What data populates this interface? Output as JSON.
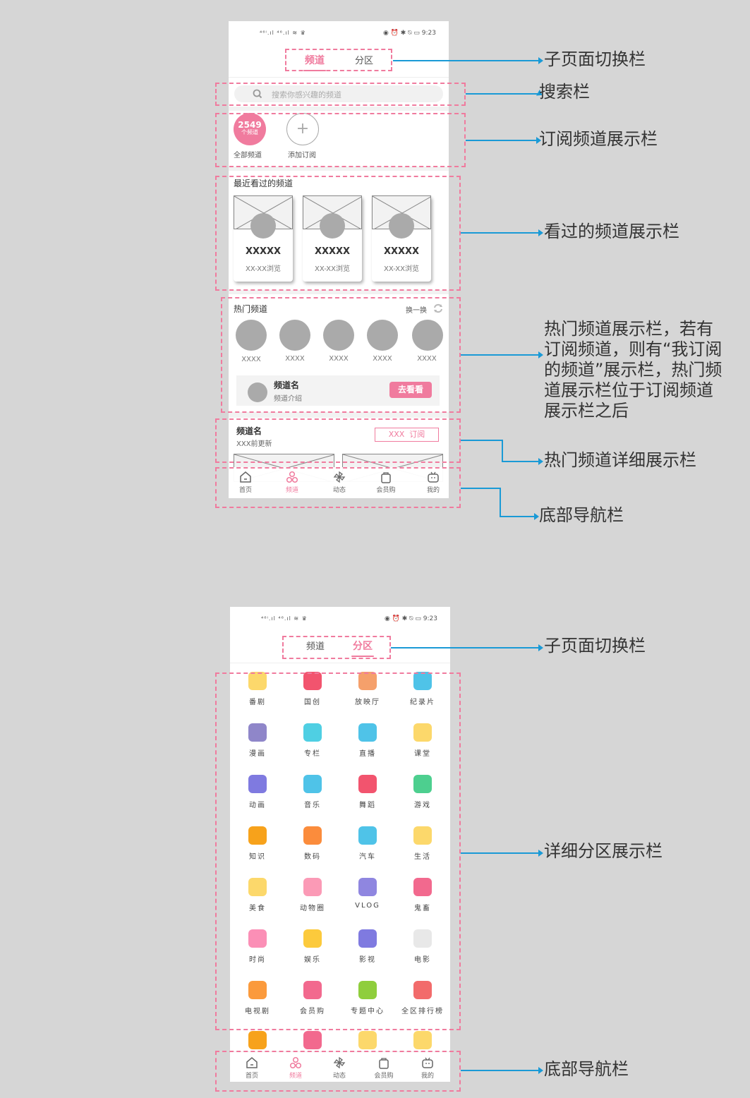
{
  "status_bar": {
    "signal": "⁴⁶ᴵ.ıl ⁴⁶.ıl ≋ ♛",
    "icons": "◉ ⏰ ✱ ⍉ ▭",
    "time": "9:23"
  },
  "screen1": {
    "tabs": [
      {
        "label": "频道",
        "active": true
      },
      {
        "label": "分区",
        "active": false
      }
    ],
    "search": {
      "placeholder": "搜索你感兴趣的频道",
      "icon": "search-icon"
    },
    "subscriptions": {
      "all": {
        "count": "2549",
        "unit": "个频道",
        "label": "全部频道"
      },
      "add": {
        "symbol": "+",
        "label": "添加订阅"
      }
    },
    "recent": {
      "title": "最近看过的频道",
      "cards": [
        {
          "name": "XXXXX",
          "sub": "XX-XX浏览"
        },
        {
          "name": "XXXXX",
          "sub": "XX-XX浏览"
        },
        {
          "name": "XXXXX",
          "sub": "XX-XX浏览"
        }
      ]
    },
    "hot": {
      "title": "热门频道",
      "refresh_label": "换一换",
      "items": [
        {
          "label": "XXXX"
        },
        {
          "label": "XXXX"
        },
        {
          "label": "XXXX"
        },
        {
          "label": "XXXX"
        },
        {
          "label": "XXXX"
        }
      ],
      "recommend": {
        "name": "频道名",
        "desc": "频道介绍",
        "button": "去看看"
      }
    },
    "hot_detail": {
      "name": "频道名",
      "updated": "XXX前更新",
      "subscribe": "XXX  订阅"
    }
  },
  "screen2": {
    "tabs": [
      {
        "label": "频道",
        "active": false
      },
      {
        "label": "分区",
        "active": true
      }
    ],
    "categories": [
      {
        "label": "番剧",
        "color": "#fcd86b"
      },
      {
        "label": "国创",
        "color": "#f2546e"
      },
      {
        "label": "放映厅",
        "color": "#f5a06b"
      },
      {
        "label": "纪录片",
        "color": "#4fc3e8"
      },
      {
        "label": "漫画",
        "color": "#8f86c9"
      },
      {
        "label": "专栏",
        "color": "#4fcfe3"
      },
      {
        "label": "直播",
        "color": "#4fc3e8"
      },
      {
        "label": "课堂",
        "color": "#fcd86b"
      },
      {
        "label": "动画",
        "color": "#7f7ae0"
      },
      {
        "label": "音乐",
        "color": "#4fc3e8"
      },
      {
        "label": "舞蹈",
        "color": "#f2546e"
      },
      {
        "label": "游戏",
        "color": "#4dcf8f"
      },
      {
        "label": "知识",
        "color": "#f7a21b"
      },
      {
        "label": "数码",
        "color": "#fb8c3c"
      },
      {
        "label": "汽车",
        "color": "#4fc3e8"
      },
      {
        "label": "生活",
        "color": "#fcd86b"
      },
      {
        "label": "美食",
        "color": "#fcd86b"
      },
      {
        "label": "动物圈",
        "color": "#fb9ab6"
      },
      {
        "label": "VLOG",
        "color": "#8f86e0"
      },
      {
        "label": "鬼畜",
        "color": "#f2698e"
      },
      {
        "label": "时尚",
        "color": "#fb8fb6"
      },
      {
        "label": "娱乐",
        "color": "#fcca3c"
      },
      {
        "label": "影视",
        "color": "#7f7ae0"
      },
      {
        "label": "电影",
        "color": "#e8e8e8"
      },
      {
        "label": "电视剧",
        "color": "#fb9a3c"
      },
      {
        "label": "会员购",
        "color": "#f2698e"
      },
      {
        "label": "专题中心",
        "color": "#8fce3c"
      },
      {
        "label": "全区排行榜",
        "color": "#f26b6b"
      }
    ],
    "partial_row": [
      {
        "color": "#f7a21b"
      },
      {
        "color": "#f2698e"
      },
      {
        "color": "#fcd86b"
      },
      {
        "color": "#fcd86b"
      }
    ]
  },
  "bottom_nav": [
    {
      "label": "首页",
      "icon": "home-icon",
      "active": false
    },
    {
      "label": "频道",
      "icon": "channel-icon",
      "active": true
    },
    {
      "label": "动态",
      "icon": "pinwheel-icon",
      "active": false
    },
    {
      "label": "会员购",
      "icon": "shopping-bag-icon",
      "active": false
    },
    {
      "label": "我的",
      "icon": "tv-icon",
      "active": false
    }
  ],
  "annotations": {
    "tab_switch": "子页面切换栏",
    "search": "搜索栏",
    "subscribed": "订阅频道展示栏",
    "recent": "看过的频道展示栏",
    "hot": [
      "热门频道展示栏，若有",
      "订阅频道，则有“我订阅",
      "的频道”展示栏，热门频",
      "道展示栏位于订阅频道",
      "展示栏之后"
    ],
    "hot_detail": "热门频道详细展示栏",
    "bottom_nav": "底部导航栏",
    "tab_switch_2": "子页面切换栏",
    "category_detail": "详细分区展示栏",
    "bottom_nav_2": "底部导航栏"
  },
  "colors": {
    "accent": "#f07b9e",
    "annotation_line": "#1a9ad6",
    "background": "#d6d6d6"
  }
}
